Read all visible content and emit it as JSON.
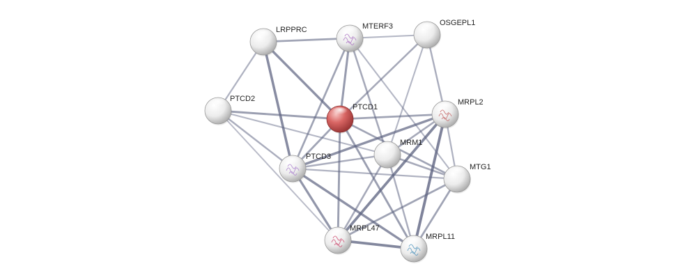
{
  "network": {
    "query_protein": "PTCD1",
    "colors": {
      "query_node": "#d9534f",
      "partner_node": "#eeeeee",
      "edge": "#5c6280"
    },
    "nodes": [
      {
        "id": "PTCD1",
        "label": "PTCD1",
        "query": true,
        "structure": false
      },
      {
        "id": "LRPPRC",
        "label": "LRPPRC",
        "query": false,
        "structure": false
      },
      {
        "id": "MTERF3",
        "label": "MTERF3",
        "query": false,
        "structure": true,
        "structure_color": "#b07cc6"
      },
      {
        "id": "OSGEPL1",
        "label": "OSGEPL1",
        "query": false,
        "structure": false
      },
      {
        "id": "PTCD2",
        "label": "PTCD2",
        "query": false,
        "structure": false
      },
      {
        "id": "MRPL2",
        "label": "MRPL2",
        "query": false,
        "structure": true,
        "structure_color": "#c87070"
      },
      {
        "id": "MRM1",
        "label": "MRM1",
        "query": false,
        "structure": false
      },
      {
        "id": "PTCD3",
        "label": "PTCD3",
        "query": false,
        "structure": true,
        "structure_color": "#b08ad0"
      },
      {
        "id": "MTG1",
        "label": "MTG1",
        "query": false,
        "structure": false
      },
      {
        "id": "MRPL47",
        "label": "MRPL47",
        "query": false,
        "structure": true,
        "structure_color": "#d0587a"
      },
      {
        "id": "MRPL11",
        "label": "MRPL11",
        "query": false,
        "structure": true,
        "structure_color": "#5a9ac0"
      }
    ],
    "edges": [
      {
        "source": "LRPPRC",
        "target": "MTERF3",
        "confidence": 0.55
      },
      {
        "source": "LRPPRC",
        "target": "PTCD1",
        "confidence": 0.75
      },
      {
        "source": "LRPPRC",
        "target": "PTCD3",
        "confidence": 0.8
      },
      {
        "source": "LRPPRC",
        "target": "PTCD2",
        "confidence": 0.4
      },
      {
        "source": "MTERF3",
        "target": "OSGEPL1",
        "confidence": 0.35
      },
      {
        "source": "MTERF3",
        "target": "PTCD1",
        "confidence": 0.65
      },
      {
        "source": "MTERF3",
        "target": "PTCD3",
        "confidence": 0.55
      },
      {
        "source": "MTERF3",
        "target": "MRM1",
        "confidence": 0.5
      },
      {
        "source": "MTERF3",
        "target": "MTG1",
        "confidence": 0.35
      },
      {
        "source": "OSGEPL1",
        "target": "PTCD1",
        "confidence": 0.5
      },
      {
        "source": "OSGEPL1",
        "target": "MRPL2",
        "confidence": 0.45
      },
      {
        "source": "OSGEPL1",
        "target": "MRM1",
        "confidence": 0.35
      },
      {
        "source": "PTCD2",
        "target": "PTCD1",
        "confidence": 0.6
      },
      {
        "source": "PTCD2",
        "target": "PTCD3",
        "confidence": 0.45
      },
      {
        "source": "PTCD2",
        "target": "MRM1",
        "confidence": 0.35
      },
      {
        "source": "PTCD2",
        "target": "MRPL47",
        "confidence": 0.3
      },
      {
        "source": "PTCD1",
        "target": "PTCD3",
        "confidence": 0.55
      },
      {
        "source": "PTCD1",
        "target": "MRPL2",
        "confidence": 0.55
      },
      {
        "source": "PTCD1",
        "target": "MTG1",
        "confidence": 0.55
      },
      {
        "source": "PTCD1",
        "target": "MRPL47",
        "confidence": 0.6
      },
      {
        "source": "PTCD1",
        "target": "MRPL11",
        "confidence": 0.6
      },
      {
        "source": "PTCD3",
        "target": "MRPL2",
        "confidence": 0.75
      },
      {
        "source": "PTCD3",
        "target": "MRM1",
        "confidence": 0.45
      },
      {
        "source": "PTCD3",
        "target": "MTG1",
        "confidence": 0.4
      },
      {
        "source": "PTCD3",
        "target": "MRPL47",
        "confidence": 0.7
      },
      {
        "source": "PTCD3",
        "target": "MRPL11",
        "confidence": 0.75
      },
      {
        "source": "MRPL2",
        "target": "MRM1",
        "confidence": 0.5
      },
      {
        "source": "MRPL2",
        "target": "MTG1",
        "confidence": 0.4
      },
      {
        "source": "MRPL2",
        "target": "MRPL47",
        "confidence": 0.85
      },
      {
        "source": "MRPL2",
        "target": "MRPL11",
        "confidence": 0.9
      },
      {
        "source": "MRM1",
        "target": "MTG1",
        "confidence": 0.5
      },
      {
        "source": "MRM1",
        "target": "MRPL47",
        "confidence": 0.5
      },
      {
        "source": "MRM1",
        "target": "MRPL11",
        "confidence": 0.45
      },
      {
        "source": "MTG1",
        "target": "MRPL47",
        "confidence": 0.55
      },
      {
        "source": "MTG1",
        "target": "MRPL11",
        "confidence": 0.55
      },
      {
        "source": "MRPL47",
        "target": "MRPL11",
        "confidence": 0.85
      }
    ]
  }
}
